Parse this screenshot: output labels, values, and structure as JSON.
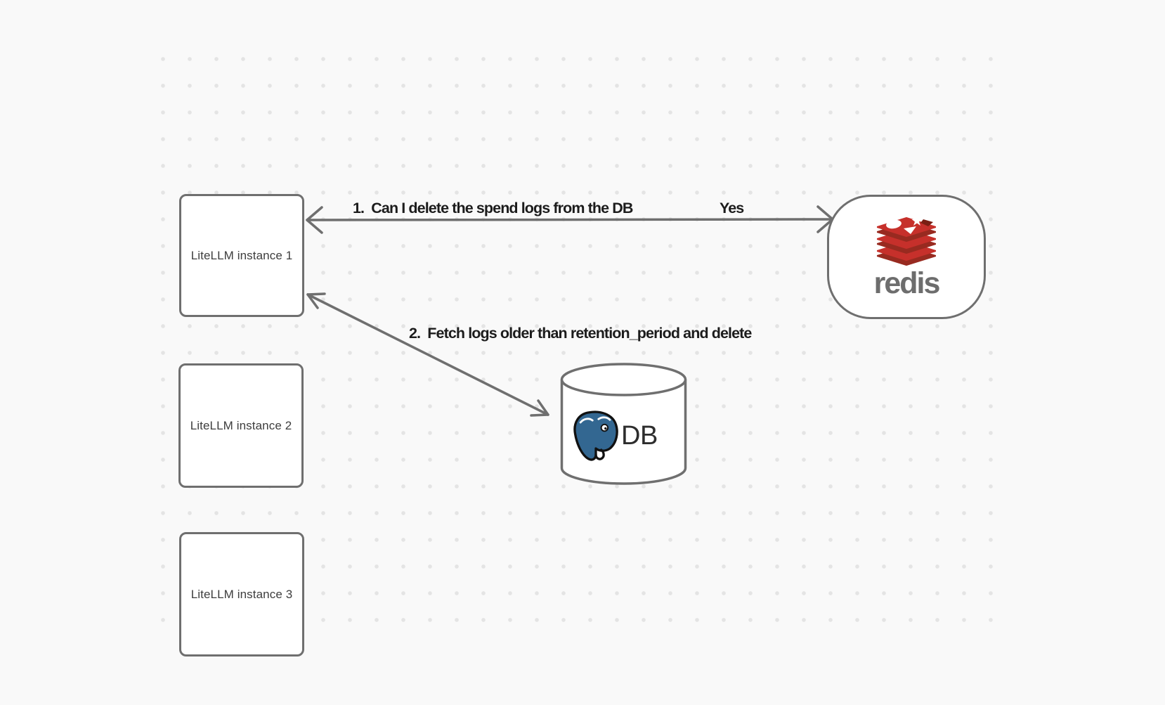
{
  "nodes": {
    "instance1": {
      "label": "LiteLLM instance 1"
    },
    "instance2": {
      "label": "LiteLLM instance 2"
    },
    "instance3": {
      "label": "LiteLLM instance 3"
    },
    "redis": {
      "wordmark": "redis",
      "logo_icon": "redis-stack-logo"
    },
    "database": {
      "label": "DB",
      "logo_icon": "postgresql-elephant-logo"
    }
  },
  "connections": {
    "step1": {
      "label": "1.  Can I delete the spend logs from the DB",
      "response": "Yes",
      "from": "LiteLLM instance 1",
      "to": "redis",
      "arrowheads": "both"
    },
    "step2": {
      "label": "2.  Fetch logs older than retention_period and delete",
      "from": "LiteLLM instance 1",
      "to": "DB",
      "arrowheads": "both"
    }
  },
  "style": {
    "background": "#f9f9f9",
    "dot_color": "#e4e4e4",
    "stroke_color": "#6f6f6f",
    "arrow_label_color": "#1c1c1c",
    "node_label_color": "#3d3d3d",
    "db_label_color": "#2d2d2d",
    "redis_red": "#c6302b",
    "redis_dark_red": "#982a20",
    "redis_notch": "#7a1f14",
    "redis_wordmark_color": "#6d6d6d",
    "postgres_blue": "#336791"
  }
}
